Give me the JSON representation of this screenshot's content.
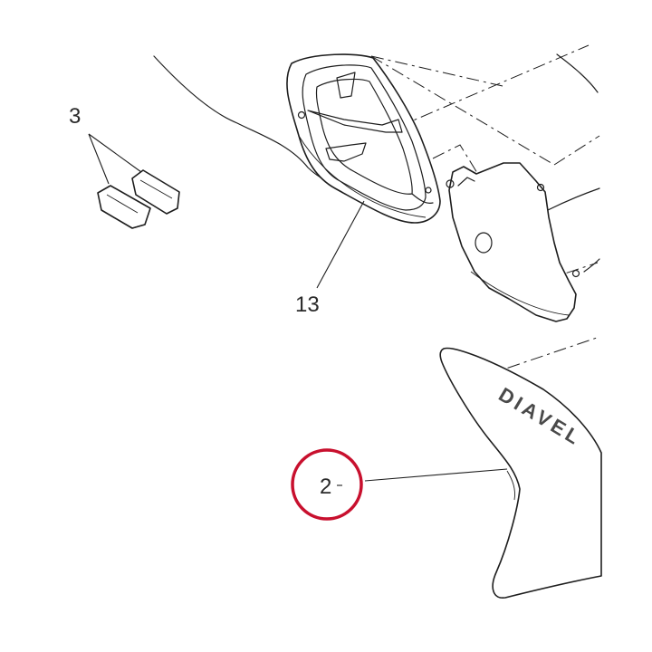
{
  "callouts": {
    "pad_pair": "3",
    "headlight_frame": "13",
    "side_panel": "2"
  },
  "panel_logo": "DIAVEL",
  "colors": {
    "line": "#1e1e1e",
    "highlight_ring": "#c8102e",
    "background": "#ffffff"
  }
}
